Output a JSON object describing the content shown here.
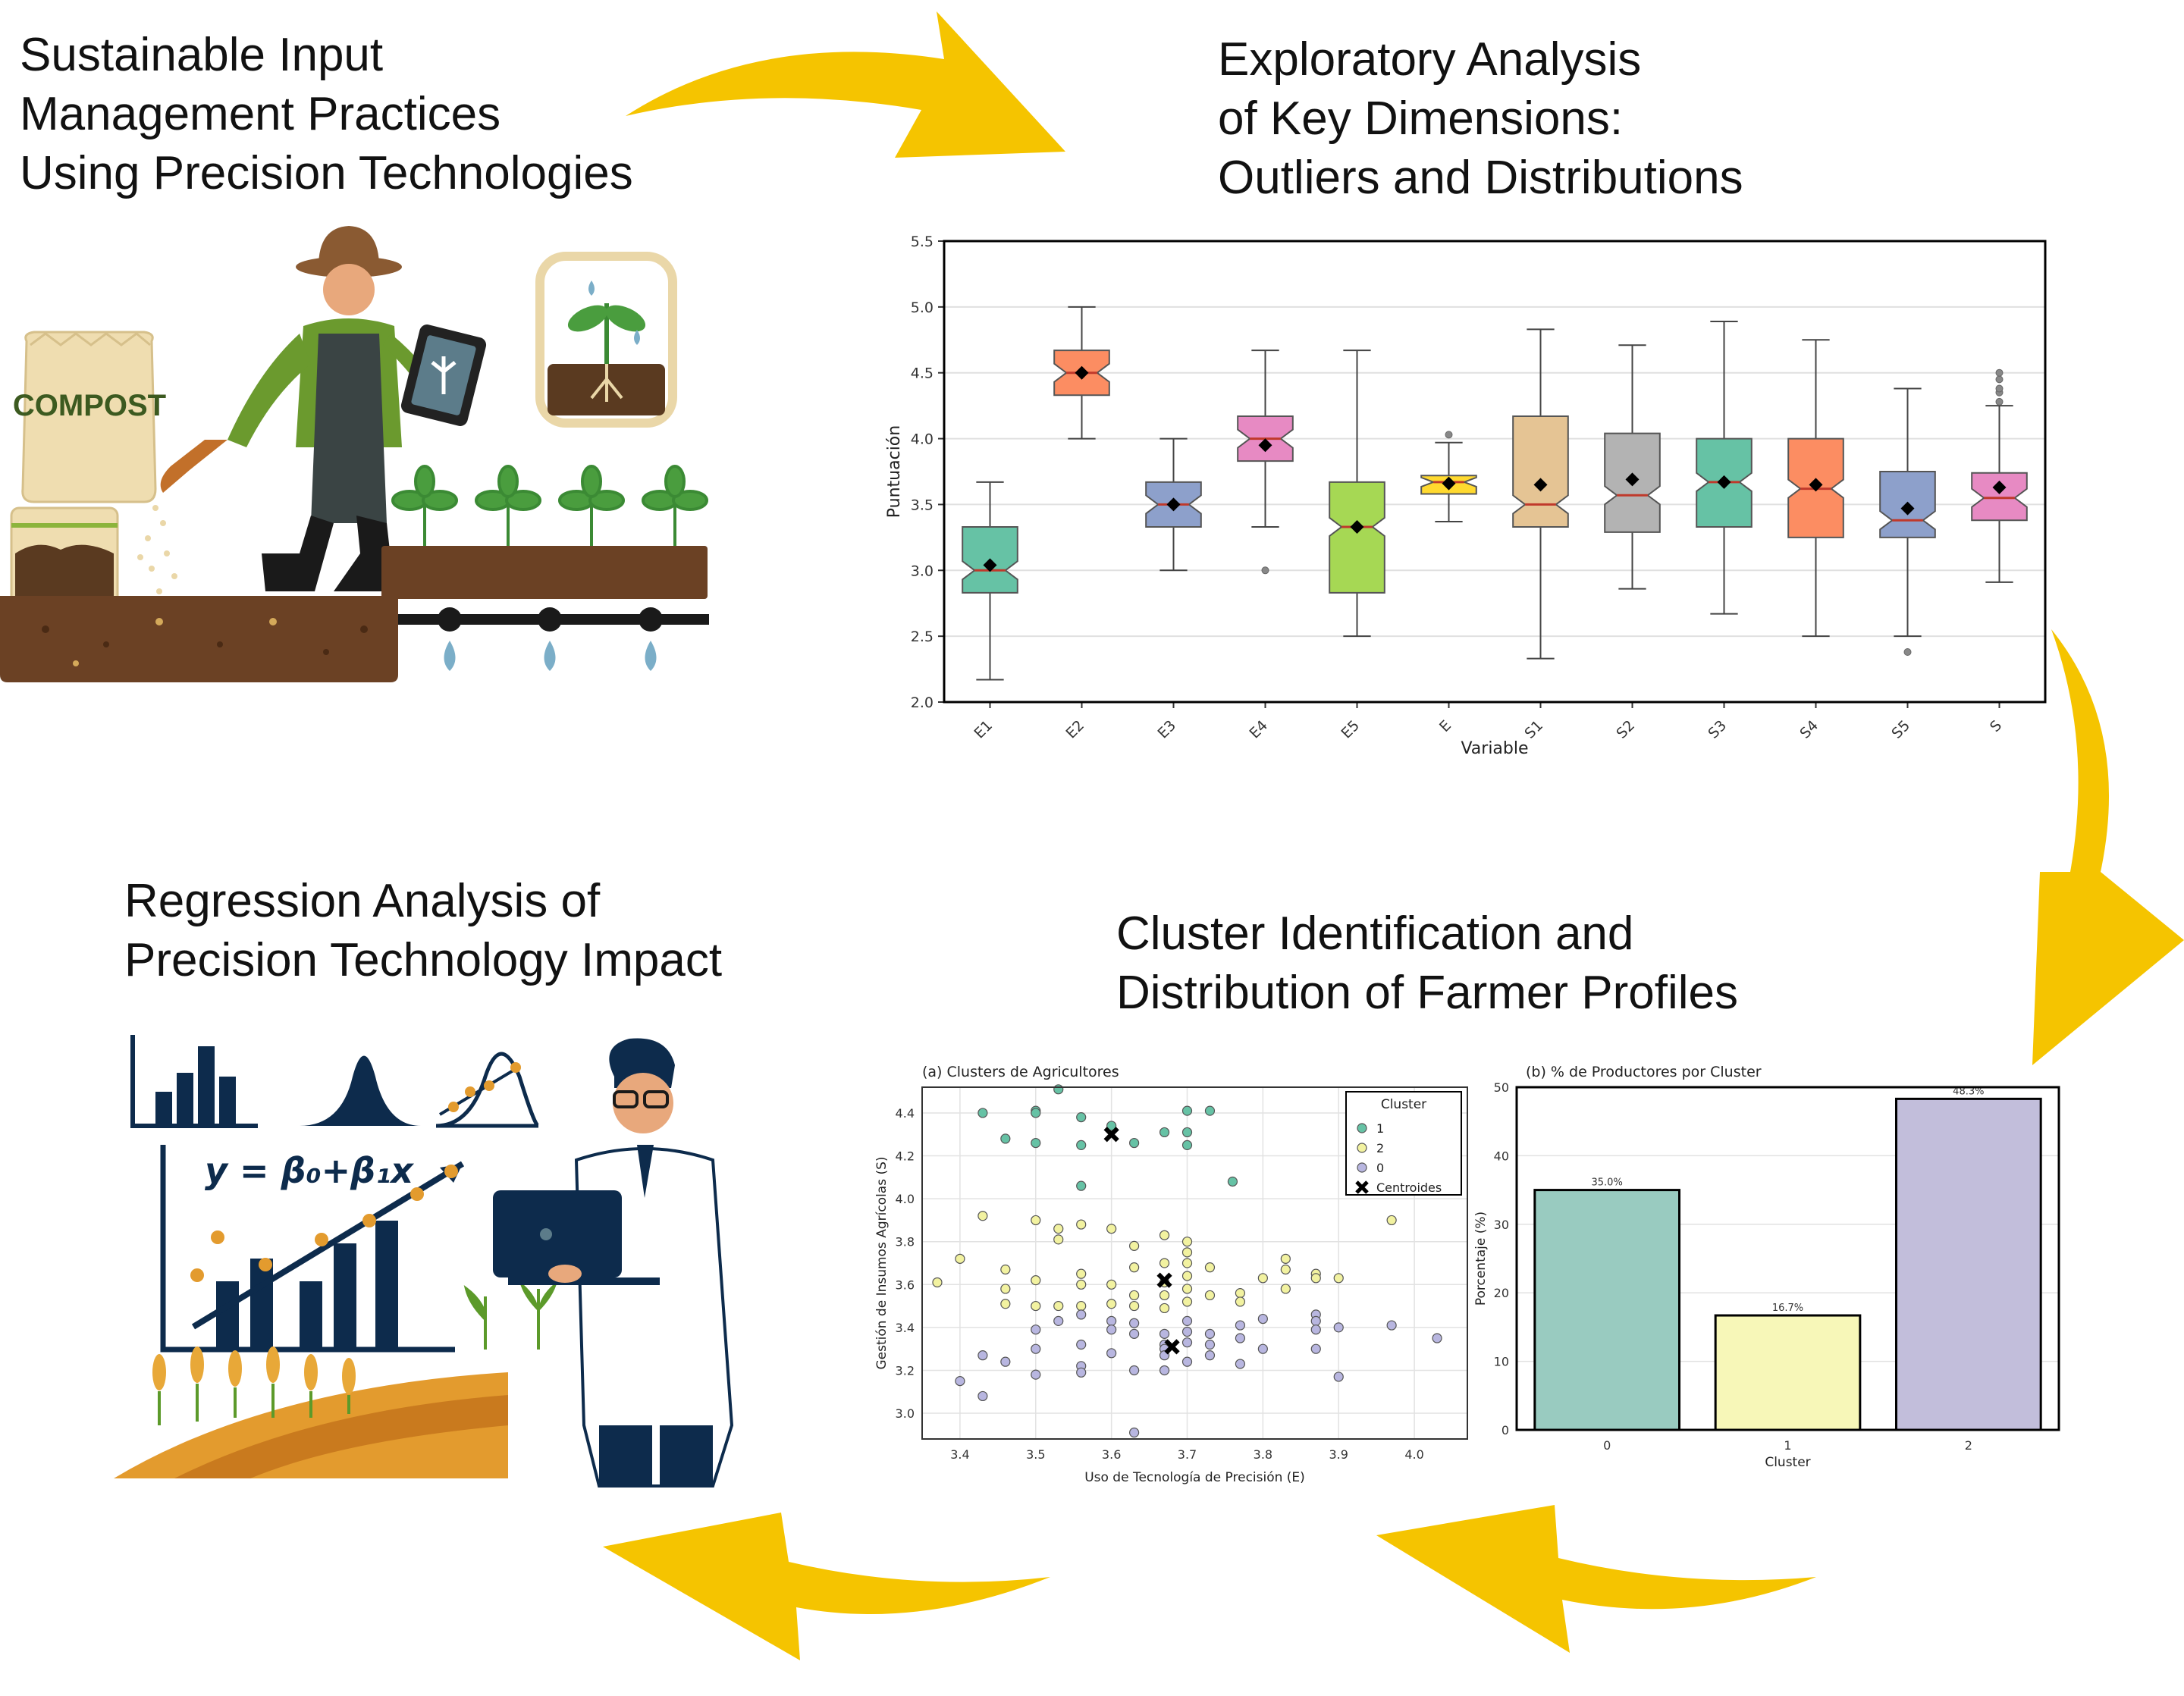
{
  "steps": [
    {
      "id": "input",
      "title_lines": [
        "Sustainable Input",
        "Management Practices",
        "Using Precision Technologies"
      ]
    },
    {
      "id": "eda",
      "title_lines": [
        "Exploratory Analysis",
        "of Key Dimensions:",
        "Outliers and Distributions"
      ]
    },
    {
      "id": "cluster",
      "title_lines": [
        "Cluster Identification and",
        "Distribution of Farmer Profiles"
      ]
    },
    {
      "id": "regression",
      "title_lines": [
        "Regression Analysis of",
        "Precision Technology Impact"
      ]
    }
  ],
  "illustrations": {
    "compost_bag_label": "COMPOST",
    "equation": "y = β₀+β₁x",
    "icons": [
      "farmer-icon",
      "compost-bag-icon",
      "tablet-icon",
      "plant-pot-icon",
      "drip-irrigation-icon",
      "scientist-icon",
      "laptop-icon",
      "histogram-icon",
      "bell-curve-icon",
      "wheat-field-icon"
    ]
  },
  "colors": {
    "arrow": "#F5C400",
    "box_palette": [
      "#66C2A5",
      "#FC8D62",
      "#8DA0CB",
      "#E78AC3",
      "#A6D854",
      "#FFD92F",
      "#E5C494",
      "#B3B3B3"
    ],
    "median": "#C0392B",
    "cluster_1": "#66C2A5",
    "cluster_2": "#F2F2A0",
    "cluster_0": "#B8B6E0",
    "bar_colors": [
      "#99CBC0",
      "#F7F7B8",
      "#C2BEDB"
    ]
  },
  "chart_data": [
    {
      "type": "box",
      "xlabel": "Variable",
      "ylabel": "Puntuación",
      "ylim": [
        2.0,
        5.5
      ],
      "yticks": [
        "2.0",
        "2.5",
        "3.0",
        "3.5",
        "4.0",
        "4.5",
        "5.0",
        "5.5"
      ],
      "grid": true,
      "notched": true,
      "series": [
        {
          "name": "E1",
          "whisker_low": 2.17,
          "q1": 2.83,
          "median": 3.0,
          "q3": 3.33,
          "whisker_high": 3.67,
          "mean": 3.04,
          "outliers": []
        },
        {
          "name": "E2",
          "whisker_low": 4.0,
          "q1": 4.33,
          "median": 4.5,
          "q3": 4.67,
          "whisker_high": 5.0,
          "mean": 4.5,
          "outliers": []
        },
        {
          "name": "E3",
          "whisker_low": 3.0,
          "q1": 3.33,
          "median": 3.5,
          "q3": 3.67,
          "whisker_high": 4.0,
          "mean": 3.5,
          "outliers": []
        },
        {
          "name": "E4",
          "whisker_low": 3.33,
          "q1": 3.83,
          "median": 4.0,
          "q3": 4.17,
          "whisker_high": 4.67,
          "mean": 3.95,
          "outliers": [
            3.0
          ]
        },
        {
          "name": "E5",
          "whisker_low": 2.5,
          "q1": 2.83,
          "median": 3.33,
          "q3": 3.67,
          "whisker_high": 4.67,
          "mean": 3.33,
          "outliers": []
        },
        {
          "name": "E",
          "whisker_low": 3.37,
          "q1": 3.58,
          "median": 3.67,
          "q3": 3.72,
          "whisker_high": 3.97,
          "mean": 3.66,
          "outliers": [
            4.03
          ]
        },
        {
          "name": "S1",
          "whisker_low": 2.33,
          "q1": 3.33,
          "median": 3.5,
          "q3": 4.17,
          "whisker_high": 4.83,
          "mean": 3.65,
          "outliers": []
        },
        {
          "name": "S2",
          "whisker_low": 2.86,
          "q1": 3.29,
          "median": 3.57,
          "q3": 4.04,
          "whisker_high": 4.71,
          "mean": 3.69,
          "outliers": []
        },
        {
          "name": "S3",
          "whisker_low": 2.67,
          "q1": 3.33,
          "median": 3.67,
          "q3": 4.0,
          "whisker_high": 4.89,
          "mean": 3.67,
          "outliers": []
        },
        {
          "name": "S4",
          "whisker_low": 2.5,
          "q1": 3.25,
          "median": 3.62,
          "q3": 4.0,
          "whisker_high": 4.75,
          "mean": 3.65,
          "outliers": []
        },
        {
          "name": "S5",
          "whisker_low": 2.5,
          "q1": 3.25,
          "median": 3.38,
          "q3": 3.75,
          "whisker_high": 4.38,
          "mean": 3.47,
          "outliers": [
            2.38
          ]
        },
        {
          "name": "S",
          "whisker_low": 2.91,
          "q1": 3.38,
          "median": 3.55,
          "q3": 3.74,
          "whisker_high": 4.25,
          "mean": 3.63,
          "outliers": [
            4.28,
            4.35,
            4.38,
            4.45,
            4.5
          ]
        }
      ]
    },
    {
      "type": "scatter",
      "title": "(a) Clusters de Agricultores",
      "xlabel": "Uso de Tecnología de Precisión (E)",
      "ylabel": "Gestión de Insumos Agrícolas (S)",
      "xlim": [
        3.35,
        4.07
      ],
      "ylim": [
        2.88,
        4.52
      ],
      "xticks": [
        "3.4",
        "3.5",
        "3.6",
        "3.7",
        "3.8",
        "3.9",
        "4.0"
      ],
      "yticks": [
        "3.0",
        "3.2",
        "3.4",
        "3.6",
        "3.8",
        "4.0",
        "4.2",
        "4.4"
      ],
      "grid": true,
      "legend_title": "Cluster",
      "legend_position": "top-right",
      "series": [
        {
          "name": "1",
          "color": "#66C2A5",
          "points": [
            [
              3.43,
              4.4
            ],
            [
              3.46,
              4.28
            ],
            [
              3.5,
              4.41
            ],
            [
              3.5,
              4.4
            ],
            [
              3.5,
              4.26
            ],
            [
              3.53,
              4.51
            ],
            [
              3.56,
              4.38
            ],
            [
              3.56,
              4.25
            ],
            [
              3.56,
              4.06
            ],
            [
              3.6,
              4.34
            ],
            [
              3.63,
              4.26
            ],
            [
              3.67,
              4.31
            ],
            [
              3.7,
              4.41
            ],
            [
              3.7,
              4.31
            ],
            [
              3.7,
              4.25
            ],
            [
              3.73,
              4.41
            ],
            [
              3.76,
              4.08
            ]
          ]
        },
        {
          "name": "2",
          "color": "#F2F2A0",
          "points": [
            [
              3.37,
              3.61
            ],
            [
              3.4,
              3.72
            ],
            [
              3.43,
              3.92
            ],
            [
              3.46,
              3.67
            ],
            [
              3.46,
              3.58
            ],
            [
              3.46,
              3.51
            ],
            [
              3.5,
              3.9
            ],
            [
              3.5,
              3.62
            ],
            [
              3.5,
              3.5
            ],
            [
              3.53,
              3.86
            ],
            [
              3.53,
              3.81
            ],
            [
              3.53,
              3.5
            ],
            [
              3.56,
              3.88
            ],
            [
              3.56,
              3.65
            ],
            [
              3.56,
              3.6
            ],
            [
              3.56,
              3.5
            ],
            [
              3.6,
              3.86
            ],
            [
              3.6,
              3.6
            ],
            [
              3.6,
              3.51
            ],
            [
              3.63,
              3.78
            ],
            [
              3.63,
              3.68
            ],
            [
              3.63,
              3.55
            ],
            [
              3.63,
              3.5
            ],
            [
              3.67,
              3.83
            ],
            [
              3.67,
              3.7
            ],
            [
              3.67,
              3.61
            ],
            [
              3.67,
              3.55
            ],
            [
              3.67,
              3.49
            ],
            [
              3.7,
              3.8
            ],
            [
              3.7,
              3.75
            ],
            [
              3.7,
              3.7
            ],
            [
              3.7,
              3.64
            ],
            [
              3.7,
              3.58
            ],
            [
              3.7,
              3.52
            ],
            [
              3.73,
              3.68
            ],
            [
              3.73,
              3.55
            ],
            [
              3.77,
              3.56
            ],
            [
              3.77,
              3.52
            ],
            [
              3.8,
              3.63
            ],
            [
              3.83,
              3.72
            ],
            [
              3.83,
              3.67
            ],
            [
              3.83,
              3.58
            ],
            [
              3.87,
              3.65
            ],
            [
              3.87,
              3.63
            ],
            [
              3.9,
              3.63
            ],
            [
              3.97,
              3.9
            ]
          ]
        },
        {
          "name": "0",
          "color": "#B8B6E0",
          "points": [
            [
              3.4,
              3.15
            ],
            [
              3.43,
              3.27
            ],
            [
              3.43,
              3.08
            ],
            [
              3.46,
              3.24
            ],
            [
              3.5,
              3.39
            ],
            [
              3.5,
              3.3
            ],
            [
              3.5,
              3.18
            ],
            [
              3.53,
              3.43
            ],
            [
              3.56,
              3.46
            ],
            [
              3.56,
              3.32
            ],
            [
              3.56,
              3.22
            ],
            [
              3.56,
              3.19
            ],
            [
              3.6,
              3.43
            ],
            [
              3.6,
              3.39
            ],
            [
              3.6,
              3.28
            ],
            [
              3.63,
              3.42
            ],
            [
              3.63,
              3.37
            ],
            [
              3.63,
              3.2
            ],
            [
              3.63,
              2.91
            ],
            [
              3.67,
              3.37
            ],
            [
              3.67,
              3.32
            ],
            [
              3.67,
              3.3
            ],
            [
              3.67,
              3.27
            ],
            [
              3.67,
              3.2
            ],
            [
              3.7,
              3.43
            ],
            [
              3.7,
              3.38
            ],
            [
              3.7,
              3.33
            ],
            [
              3.7,
              3.24
            ],
            [
              3.73,
              3.37
            ],
            [
              3.73,
              3.32
            ],
            [
              3.73,
              3.27
            ],
            [
              3.77,
              3.41
            ],
            [
              3.77,
              3.35
            ],
            [
              3.77,
              3.23
            ],
            [
              3.8,
              3.3
            ],
            [
              3.8,
              3.44
            ],
            [
              3.87,
              3.46
            ],
            [
              3.87,
              3.43
            ],
            [
              3.87,
              3.39
            ],
            [
              3.87,
              3.3
            ],
            [
              3.9,
              3.4
            ],
            [
              3.9,
              3.17
            ],
            [
              3.97,
              3.41
            ],
            [
              4.03,
              3.35
            ]
          ]
        },
        {
          "name": "Centroides",
          "color": "#000000",
          "marker": "x",
          "points": [
            [
              3.6,
              4.3
            ],
            [
              3.67,
              3.62
            ],
            [
              3.68,
              3.31
            ]
          ]
        }
      ]
    },
    {
      "type": "bar",
      "title": "(b) % de Productores por Cluster",
      "xlabel": "Cluster",
      "ylabel": "Porcentaje (%)",
      "ylim": [
        0,
        50
      ],
      "yticks": [
        "0",
        "10",
        "20",
        "30",
        "40",
        "50"
      ],
      "grid": true,
      "categories": [
        "0",
        "1",
        "2"
      ],
      "values": [
        35.0,
        16.7,
        48.3
      ],
      "value_labels": [
        "35.0%",
        "16.7%",
        "48.3%"
      ]
    }
  ]
}
